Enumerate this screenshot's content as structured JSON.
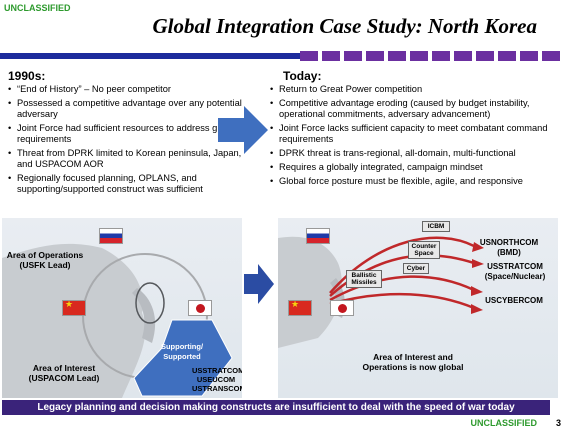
{
  "classification_top": "UNCLASSIFIED",
  "title": "Global Integration Case Study: North Korea",
  "left": {
    "heading": "1990s:",
    "bullets": [
      "“End of History” – No peer competitor",
      "Possessed a competitive advantage over any potential adversary",
      "Joint Force had sufficient resources to address global requirements",
      "Threat from DPRK limited to Korean peninsula, Japan, and USPACOM AOR",
      "Regionally focused planning, OPLANS, and supporting/supported construct was sufficient"
    ],
    "map": {
      "ao_label": "Area of Operations (USFK Lead)",
      "aoi_label": "Area of Interest (USPACOM Lead)",
      "supporting_label": "Supporting/ Supported",
      "commands": "USSTRATCOM USEUCOM USTRANSCOM"
    }
  },
  "right": {
    "heading": "Today:",
    "bullets": [
      "Return to Great Power competition",
      "Competitive advantage eroding (caused by budget instability, operational commitments, adversary advancement)",
      "Joint Force lacks sufficient capacity to meet combatant command requirements",
      "DPRK threat is trans-regional, all-domain, multi-functional",
      "Requires a globally integrated, campaign mindset",
      "Global force posture must be flexible, agile, and responsive"
    ],
    "map": {
      "tag_icbm": "ICBM",
      "tag_counter_space": "Counter Space",
      "tag_cyber": "Cyber",
      "tag_ballistic": "Ballistic Missiles",
      "cmd1": "USNORTHCOM (BMD)",
      "cmd2": "USSTRATCOM (Space/Nuclear)",
      "cmd3": "USCYBERCOM",
      "aoi_global": "Area of Interest and Operations is now global"
    }
  },
  "bottom_banner": "Legacy planning and decision making constructs are insufficient to deal with the speed of war today",
  "classification_bottom": "UNCLASSIFIED",
  "page_number": "3",
  "colors": {
    "classification": "#2e9a2e",
    "stripe_blue": "#1d2b9c",
    "stripe_purple": "#6b2fa0",
    "banner": "#3a237a",
    "arrow_blue": "#3f6fbf",
    "threat_red": "#c0282a"
  }
}
